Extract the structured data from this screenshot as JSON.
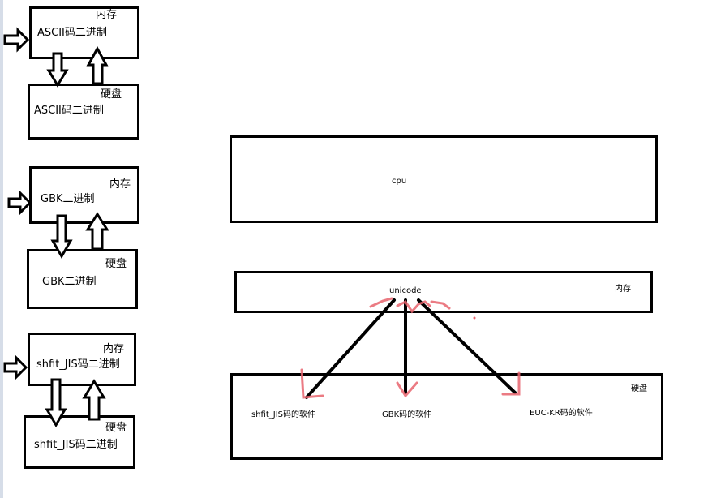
{
  "groups": [
    {
      "memory_label": "内存",
      "memory_text": "ASCII码二进制",
      "disk_label": "硬盘",
      "disk_text": "ASCII码二进制"
    },
    {
      "memory_label": "内存",
      "memory_text": "GBK二进制",
      "disk_label": "硬盘",
      "disk_text": "GBK二进制"
    },
    {
      "memory_label": "内存",
      "memory_text": "shfit_JIS码二进制",
      "disk_label": "硬盘",
      "disk_text": "shfit_JIS码二进制"
    }
  ],
  "cpu": {
    "label": "cpu"
  },
  "memory": {
    "label": "unicode",
    "tag": "内存"
  },
  "disk": {
    "tag": "硬盘",
    "software": [
      "shfit_JIS码的软件",
      "GBK码的软件",
      "EUC-KR码的软件"
    ]
  },
  "colors": {
    "line": "#000000",
    "marker": "#e8646e",
    "strip": "#d6dde8"
  }
}
